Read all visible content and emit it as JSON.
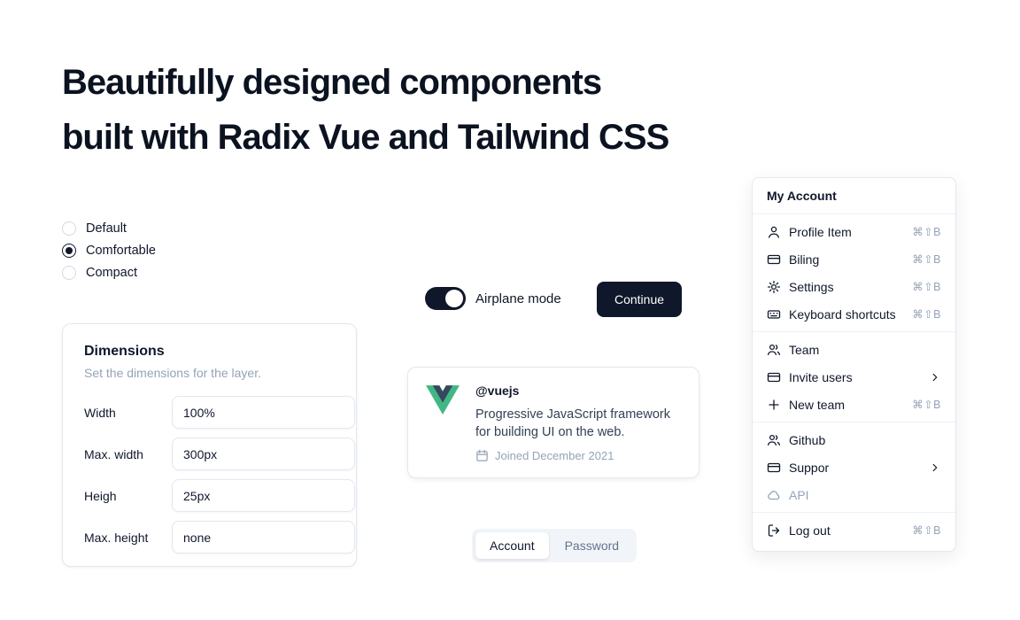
{
  "colors": {
    "accent": "#0f172a",
    "border": "#e2e8f0",
    "muted": "#64748b",
    "faint": "#94a3b8",
    "vue_green": "#41b883",
    "vue_dark": "#35495e"
  },
  "heading": {
    "line1": "Beautifully designed components",
    "line2": "built with Radix Vue and Tailwind CSS"
  },
  "radio_group": {
    "options": [
      {
        "label": "Default",
        "selected": false
      },
      {
        "label": "Comfortable",
        "selected": true
      },
      {
        "label": "Compact",
        "selected": false
      }
    ]
  },
  "dimensions": {
    "title": "Dimensions",
    "subtitle": "Set the dimensions for the layer.",
    "fields": [
      {
        "label": "Width",
        "value": "100%"
      },
      {
        "label": "Max. width",
        "value": "300px"
      },
      {
        "label": "Heigh",
        "value": "25px"
      },
      {
        "label": "Max. height",
        "value": "none"
      }
    ]
  },
  "airplane_mode": {
    "label": "Airplane mode",
    "state": "on"
  },
  "continue_button": {
    "label": "Continue"
  },
  "profile_card": {
    "handle": "@vuejs",
    "description": "Progressive JavaScript framework for building UI on the web.",
    "joined": "Joined December 2021"
  },
  "tabs": {
    "items": [
      {
        "label": "Account",
        "active": true
      },
      {
        "label": "Password",
        "active": false
      }
    ]
  },
  "account_menu": {
    "title": "My Account",
    "groups": [
      {
        "items": [
          {
            "icon": "user-icon",
            "label": "Profile Item",
            "shortcut": "⌘⇧B"
          },
          {
            "icon": "credit-card-icon",
            "label": "Biling",
            "shortcut": "⌘⇧B"
          },
          {
            "icon": "gear-icon",
            "label": "Settings",
            "shortcut": "⌘⇧B"
          },
          {
            "icon": "keyboard-icon",
            "label": "Keyboard shortcuts",
            "shortcut": "⌘⇧B"
          }
        ]
      },
      {
        "items": [
          {
            "icon": "users-icon",
            "label": "Team"
          },
          {
            "icon": "credit-card-icon",
            "label": "Invite users",
            "submenu": true
          },
          {
            "icon": "plus-icon",
            "label": "New team",
            "shortcut": "⌘⇧B"
          }
        ]
      },
      {
        "items": [
          {
            "icon": "users-icon",
            "label": "Github"
          },
          {
            "icon": "credit-card-icon",
            "label": "Suppor",
            "submenu": true
          },
          {
            "icon": "cloud-icon",
            "label": "API",
            "disabled": true
          }
        ]
      },
      {
        "items": [
          {
            "icon": "logout-icon",
            "label": "Log out",
            "shortcut": "⌘⇧B"
          }
        ]
      }
    ]
  }
}
